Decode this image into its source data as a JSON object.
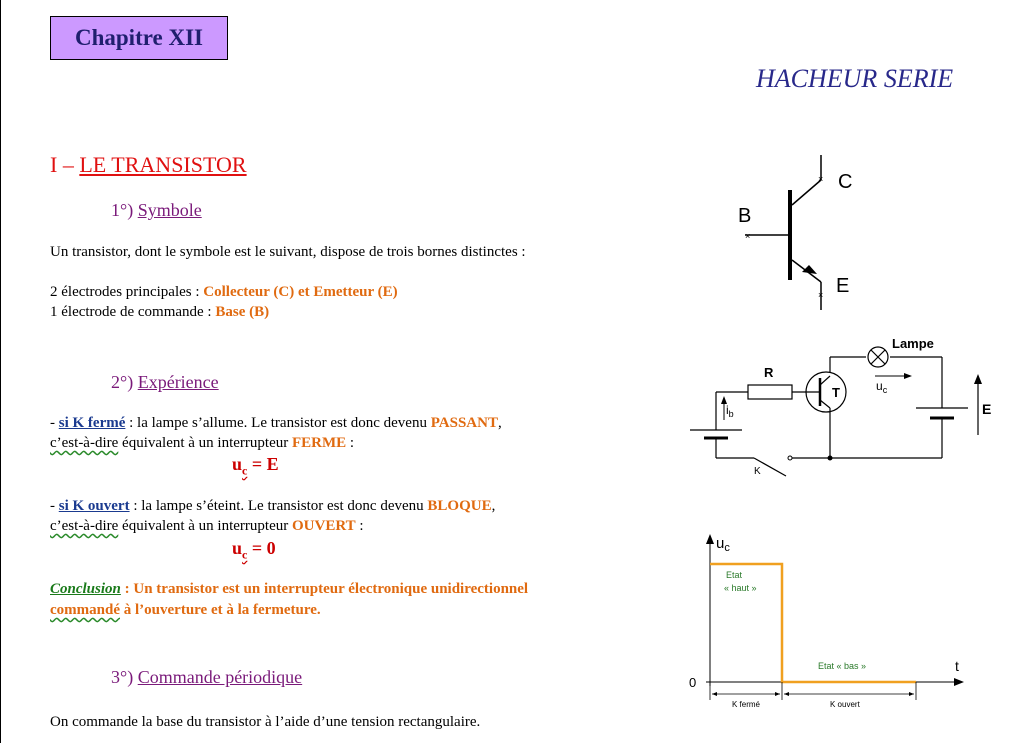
{
  "header": {
    "chapter": "Chapitre XII",
    "title": "HACHEUR SERIE"
  },
  "section1": {
    "number": "I – ",
    "title": "LE TRANSISTOR",
    "symbole": {
      "num": "1°) ",
      "title": "Symbole",
      "intro": "Un transistor, dont le symbole est le suivant, dispose de trois bornes distinctes :",
      "line1_prefix": "2 électrodes principales : ",
      "line1_value": "Collecteur (C) et Emetteur (E)",
      "line2_prefix": "1 électrode de commande : ",
      "line2_value": "Base (B)"
    },
    "experience": {
      "num": "2°) ",
      "title": "Expérience",
      "ferme_lead": "- ",
      "ferme_link": "si K fermé",
      "ferme_text": " : la lampe s’allume. Le transistor est donc devenu ",
      "ferme_state": "PASSANT",
      "ferme_end": ",",
      "ferme_cad": "c’est-à-dire",
      "ferme_text2": " équivalent à un interrupteur ",
      "ferme_switch": "FERME",
      "ferme_colon": " :",
      "formula1_u": "u",
      "formula1_sub": "c",
      "formula1_rest": " = E",
      "ouvert_lead": "- ",
      "ouvert_link": "si K ouvert",
      "ouvert_text": " : la lampe s’éteint. Le transistor est donc devenu ",
      "ouvert_state": "BLOQUE",
      "ouvert_end": ",",
      "ouvert_cad": "c’est-à-dire",
      "ouvert_text2": " équivalent à un interrupteur ",
      "ouvert_switch": "OUVERT",
      "ouvert_colon": " :",
      "formula2_u": "u",
      "formula2_sub": "c",
      "formula2_rest": " = 0",
      "conclusion_label": "Conclusion",
      "conclusion_sep": " : ",
      "conclusion_text1": "Un transistor est un interrupteur électronique unidirectionnel",
      "conclusion_commande": "commandé",
      "conclusion_text2": " à l’ouverture et à la fermeture."
    },
    "commande": {
      "num": "3°) ",
      "title": "Commande périodique",
      "text": "On commande la base du transistor à l’aide d’une tension rectangulaire."
    }
  },
  "figures": {
    "symbol": {
      "label_c": "C",
      "label_b": "B",
      "label_e": "E"
    },
    "circuit": {
      "lampe": "Lampe",
      "r": "R",
      "t": "T",
      "uc": "u",
      "uc_sub": "c",
      "ib": "i",
      "ib_sub": "b",
      "k": "K",
      "e": "E"
    },
    "graph": {
      "ylabel": "u",
      "ylabel_sub": "c",
      "xlabel": "t",
      "zero": "0",
      "etat_haut_1": "Etat",
      "etat_haut_2": "« haut »",
      "etat_bas": "Etat « bas »",
      "k_ferme": "K fermé",
      "k_ouvert": "K ouvert"
    }
  },
  "colors": {
    "chapter_bg": "#cc99ff",
    "heading_red": "#e01010",
    "subheading_purple": "#7a1a7a",
    "accent_orange": "#e06a10",
    "signal": "#f0a020"
  }
}
